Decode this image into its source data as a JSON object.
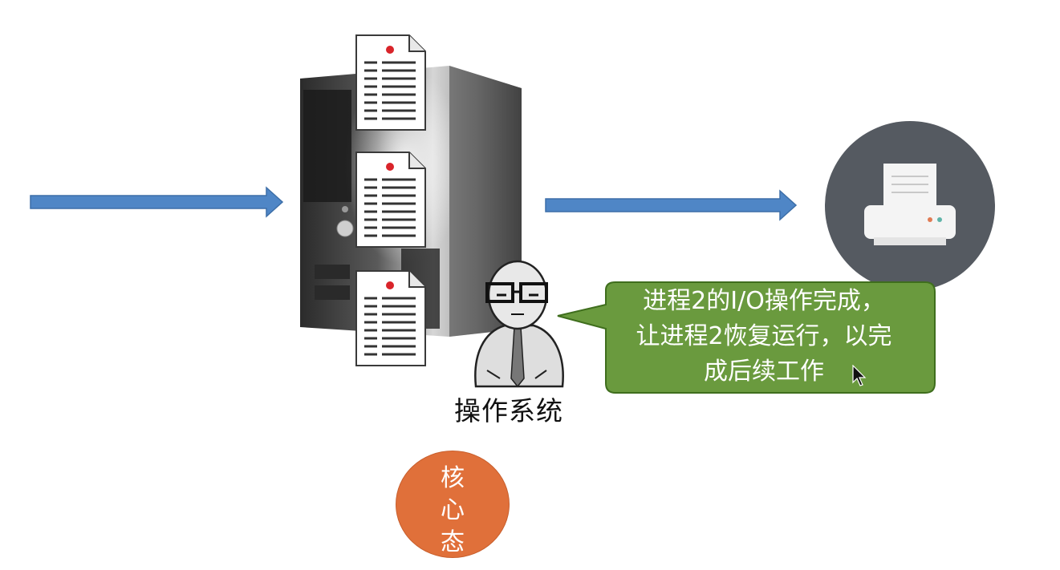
{
  "diagram": {
    "operating_system_label": "操作系统",
    "speech_bubble": {
      "lines": [
        "进程2的I/O操作完成，",
        "让进程2恢复运行，以完",
        "成后续工作"
      ]
    },
    "kernel_mode": {
      "chars": [
        "核",
        "心",
        "态"
      ]
    }
  },
  "colors": {
    "arrow": "#4f86c6",
    "bubble": "#6a9a3e",
    "kernel": "#e0703a",
    "printer_circle": "#555a61"
  },
  "icons": {
    "left_arrow": "arrow-right-icon",
    "right_arrow": "arrow-right-icon",
    "server": "server-tower-icon",
    "document": "document-icon",
    "printer": "printer-icon",
    "person": "person-sketch-icon",
    "cursor": "mouse-cursor-icon"
  }
}
